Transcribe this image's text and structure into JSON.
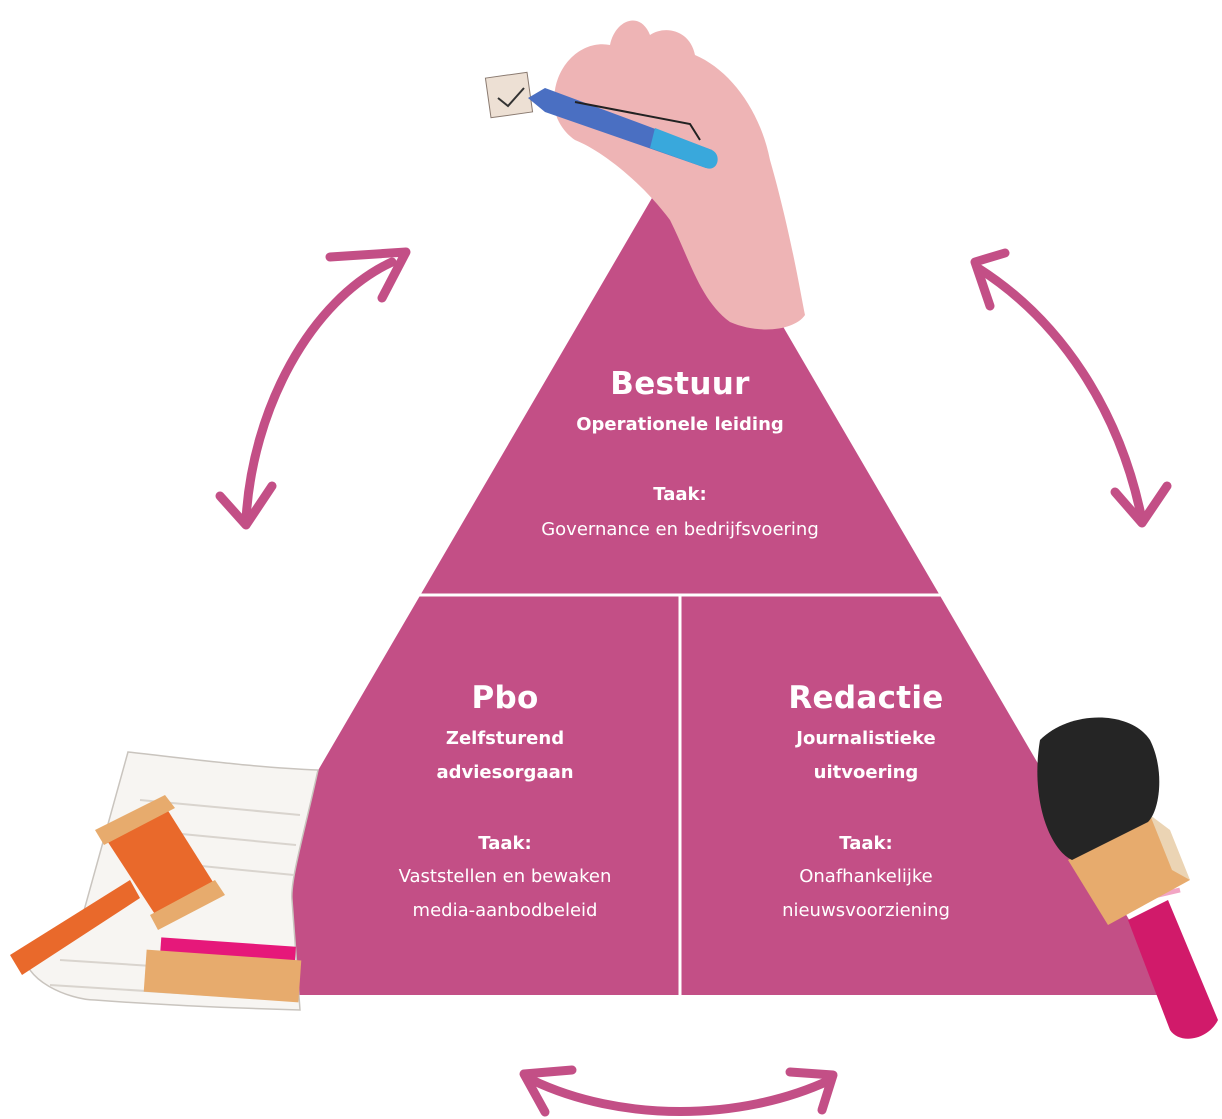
{
  "colors": {
    "triangle": "#c34f86",
    "divider": "#ffffff",
    "arrow": "#c34f86",
    "hand": "#eeb4b5",
    "pen_dark": "#4a6fc2",
    "pen_light": "#39a8dc",
    "gavel": "#e9692b",
    "gavel_light": "#e7ab6d",
    "mic_head": "#252525",
    "mic_handle": "#d11a6a"
  },
  "sections": {
    "top": {
      "title": "Bestuur",
      "subtitle": "Operationele leiding",
      "task_label": "Taak:",
      "task": "Governance en bedrijfsvoering"
    },
    "left": {
      "title": "Pbo",
      "subtitle_1": "Zelfsturend",
      "subtitle_2": "adviesorgaan",
      "task_label": "Taak:",
      "task_1": "Vaststellen en bewaken",
      "task_2": "media-aanbodbeleid"
    },
    "right": {
      "title": "Redactie",
      "subtitle_1": "Journalistieke",
      "subtitle_2": "uitvoering",
      "task_label": "Taak:",
      "task_1": "Onafhankelijke",
      "task_2": "nieuwsvoorziening"
    }
  },
  "icons": {
    "top": "hand-with-pen-icon",
    "left": "gavel-and-document-icon",
    "right": "microphone-icon",
    "arrows": "double-headed-arrow-icon"
  }
}
